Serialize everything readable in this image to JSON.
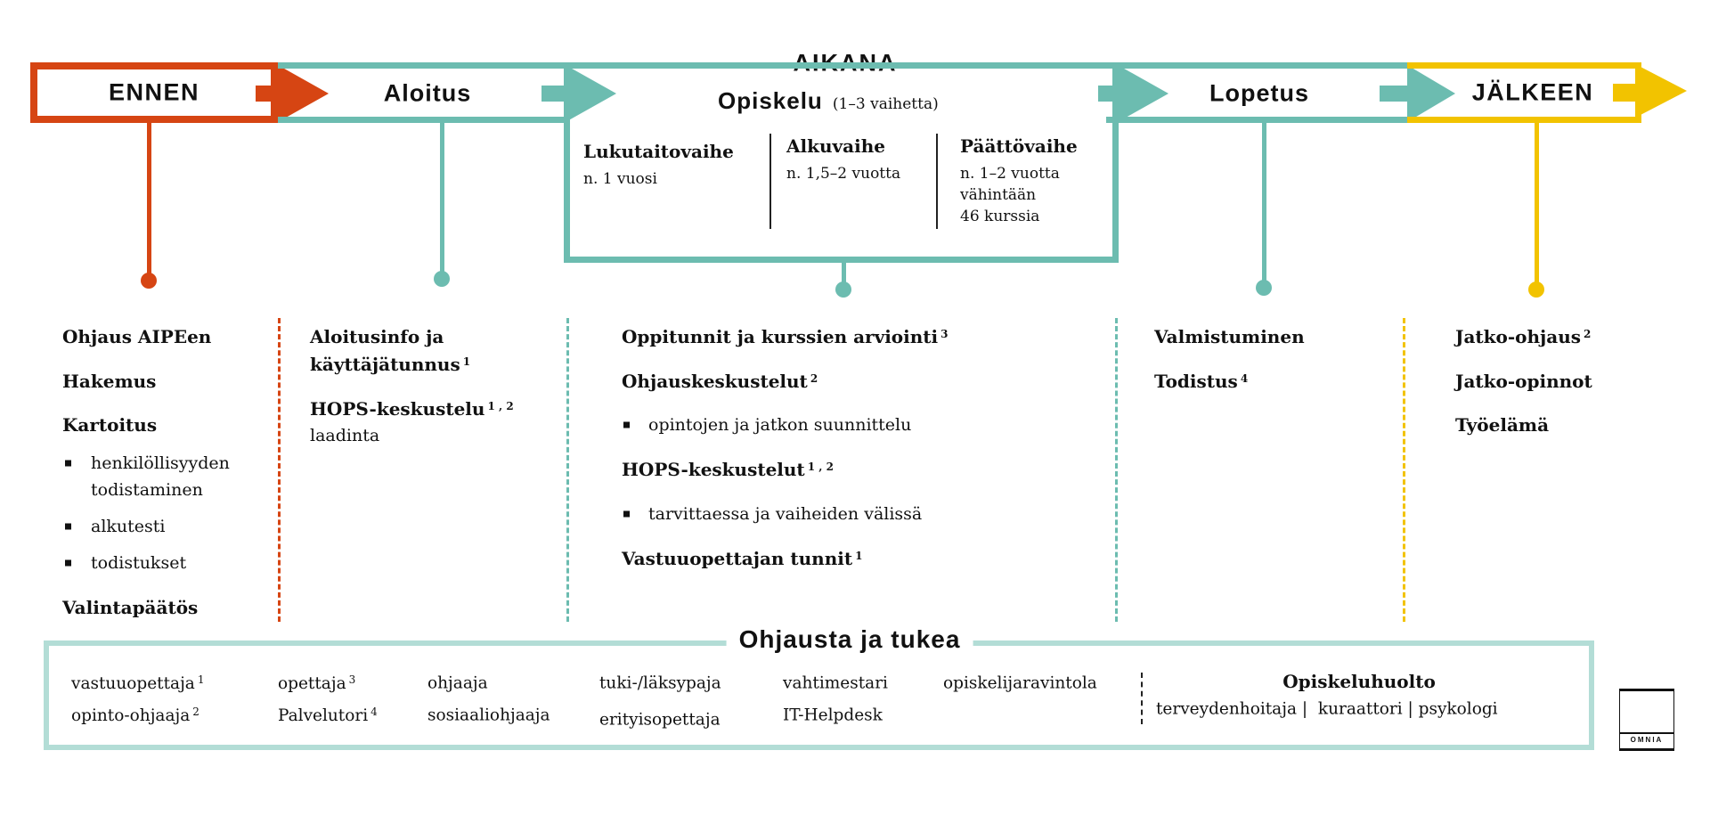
{
  "colors": {
    "ennen": "#d64513",
    "aikana": "#6cbcb0",
    "jalkeen": "#f2c300",
    "support_border": "#b3ddd6"
  },
  "header": {
    "aikana": "AIKANA"
  },
  "stages": {
    "ennen": "ENNEN",
    "aloitus": "Aloitus",
    "opiskelu": "Opiskelu",
    "opiskelu_note": "(1–3 vaihetta)",
    "lopetus": "Lopetus",
    "jalkeen": "JÄLKEEN"
  },
  "phases": [
    {
      "title": "Lukutaitovaihe",
      "desc": "n. 1 vuosi"
    },
    {
      "title": "Alkuvaihe",
      "desc": "n. 1,5–2 vuotta"
    },
    {
      "title": "Päättövaihe",
      "desc": "n. 1–2 vuotta\nvähintään\n46 kurssia"
    }
  ],
  "columns": {
    "ennen": {
      "i1": "Ohjaus AIPEen",
      "i2": "Hakemus",
      "i3": "Kartoitus",
      "b1a": "henkilöllisyyden",
      "b1b": "todistaminen",
      "b2": "alkutesti",
      "b3": "todistukset",
      "i4": "Valintapäätös"
    },
    "aloitus": {
      "i1a": "Aloitusinfo ja",
      "i1b": "käyttäjätunnus",
      "i1sup": "1",
      "i2": "HOPS-keskustelu",
      "i2sup": "1 , 2",
      "i2sub": "laadinta"
    },
    "opiskelu": {
      "i1": "Oppitunnit ja kurssien arviointi",
      "i1sup": "3",
      "i2": "Ohjauskeskustelut",
      "i2sup": "2",
      "b1": "opintojen ja jatkon suunnittelu",
      "i3": "HOPS-keskustelut",
      "i3sup": "1 , 2",
      "b2": "tarvittaessa ja vaiheiden välissä",
      "i4": "Vastuuopettajan tunnit",
      "i4sup": "1"
    },
    "lopetus": {
      "i1": "Valmistuminen",
      "i2": "Todistus",
      "i2sup": "4"
    },
    "jalkeen": {
      "i1": "Jatko-ohjaus",
      "i1sup": "2",
      "i2": "Jatko-opinnot",
      "i3": "Työelämä"
    }
  },
  "support": {
    "title": "Ohjausta ja tukea",
    "items": [
      {
        "label": "vastuuopettaja",
        "sup": "1"
      },
      {
        "label": "opinto-ohjaaja",
        "sup": "2"
      },
      {
        "label": "opettaja",
        "sup": "3"
      },
      {
        "label": "Palvelutori",
        "sup": "4"
      },
      {
        "label": "ohjaaja"
      },
      {
        "label": "sosiaaliohjaaja"
      },
      {
        "label": "tuki-/läksypaja"
      },
      {
        "label": "erityisopettaja"
      },
      {
        "label": "vahtimestari"
      },
      {
        "label": "IT-Helpdesk"
      },
      {
        "label": "opiskelijaravintola"
      }
    ],
    "care_title": "Opiskeluhuolto",
    "care_items": "terveydenhoitaja |  kuraattori | psykologi"
  },
  "logo": "OMNIA"
}
